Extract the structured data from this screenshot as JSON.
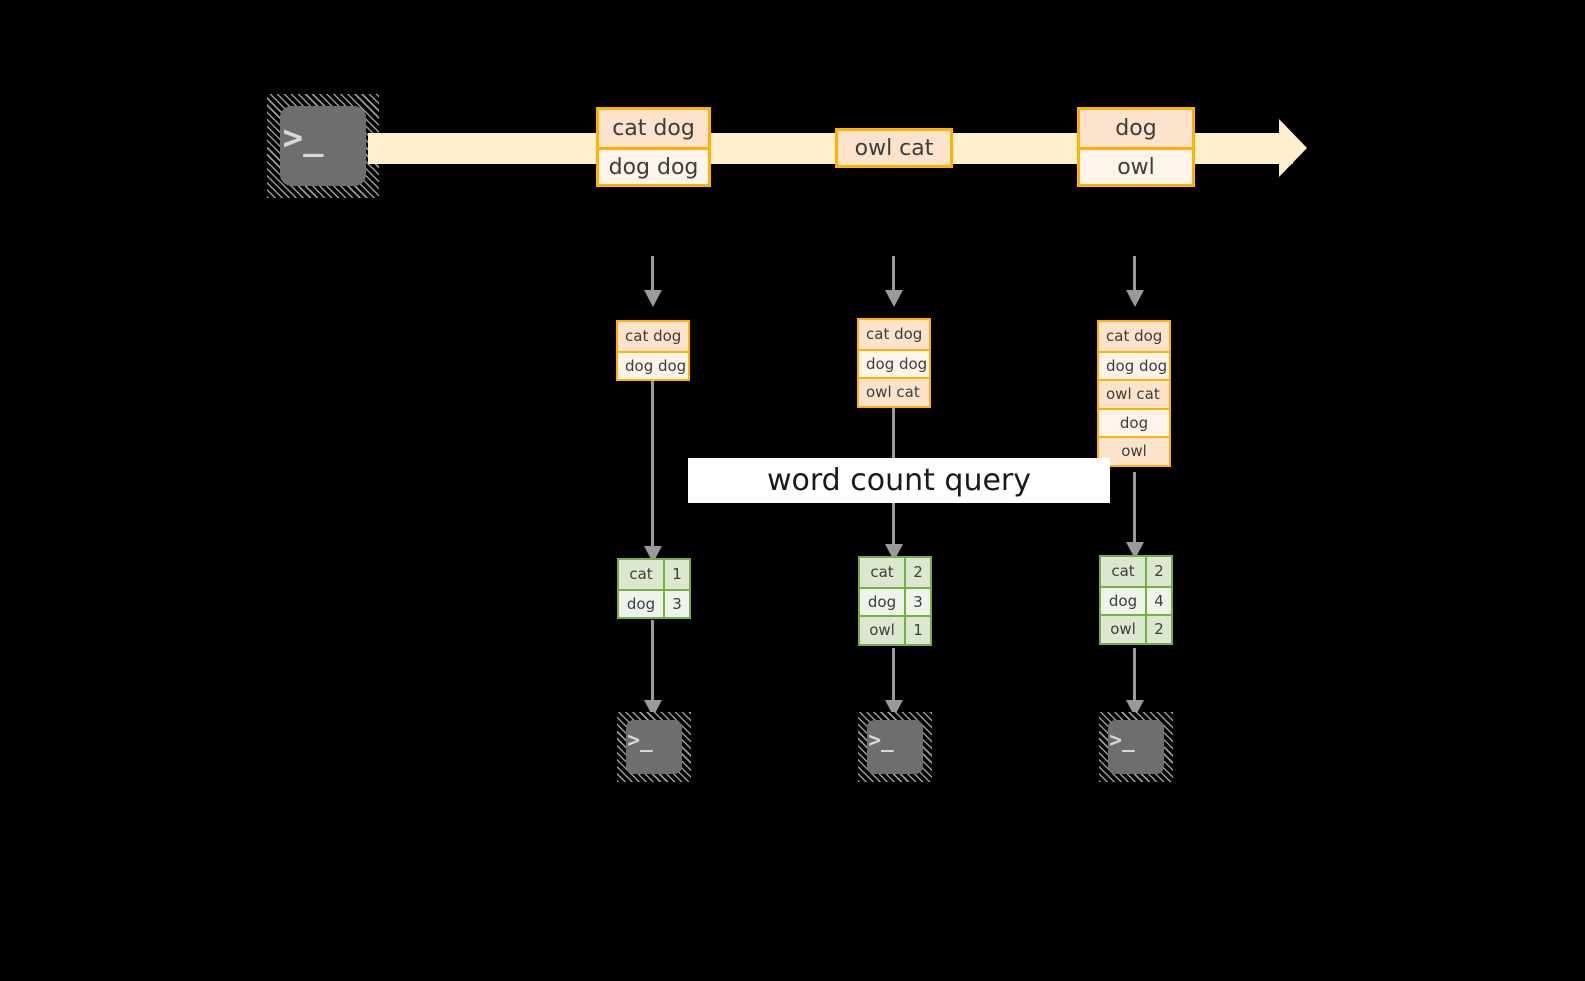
{
  "diagram": {
    "title": "word count query",
    "colors": {
      "background": "#000000",
      "stream_band": "#FFEFCC",
      "record_border": "#FFB300",
      "record_fill_dark": "#FDE3CB",
      "record_fill_light": "#FEF4EA",
      "result_border": "#76B043",
      "result_fill_dark": "#DCE7CF",
      "result_fill_light": "#EFF4EB",
      "arrow_gray": "#9A9A9A",
      "terminal_screen": "#6E6E6E",
      "banner_fill": "#FFFFFF"
    }
  },
  "source_terminal": {
    "icon": "terminal-icon",
    "prompt": ">_"
  },
  "stream": {
    "arrow_icon": "right-arrow-icon",
    "records": [
      {
        "lines": [
          "cat dog",
          "dog dog"
        ]
      },
      {
        "lines": [
          "owl cat"
        ]
      },
      {
        "lines": [
          "dog",
          "owl"
        ]
      }
    ]
  },
  "columns": [
    {
      "ingest_arrow": "dashed-down-arrow-icon",
      "batch_rows": [
        "cat dog",
        "dog dog"
      ],
      "result_header": null,
      "results": [
        {
          "word": "cat",
          "count": "1"
        },
        {
          "word": "dog",
          "count": "3"
        }
      ],
      "sink_terminal": {
        "icon": "terminal-icon",
        "prompt": ">_"
      }
    },
    {
      "ingest_arrow": "dashed-down-arrow-icon",
      "batch_rows": [
        "cat dog",
        "dog dog",
        "owl cat"
      ],
      "result_header": null,
      "results": [
        {
          "word": "cat",
          "count": "2"
        },
        {
          "word": "dog",
          "count": "3"
        },
        {
          "word": "owl",
          "count": "1"
        }
      ],
      "sink_terminal": {
        "icon": "terminal-icon",
        "prompt": ">_"
      }
    },
    {
      "ingest_arrow": "dashed-down-arrow-icon",
      "batch_rows": [
        "cat dog",
        "dog dog",
        "owl cat",
        "dog",
        "owl"
      ],
      "result_header": null,
      "results": [
        {
          "word": "cat",
          "count": "2"
        },
        {
          "word": "dog",
          "count": "4"
        },
        {
          "word": "owl",
          "count": "2"
        }
      ],
      "sink_terminal": {
        "icon": "terminal-icon",
        "prompt": ">_"
      }
    }
  ],
  "query_banner": {
    "label": "word count query"
  }
}
